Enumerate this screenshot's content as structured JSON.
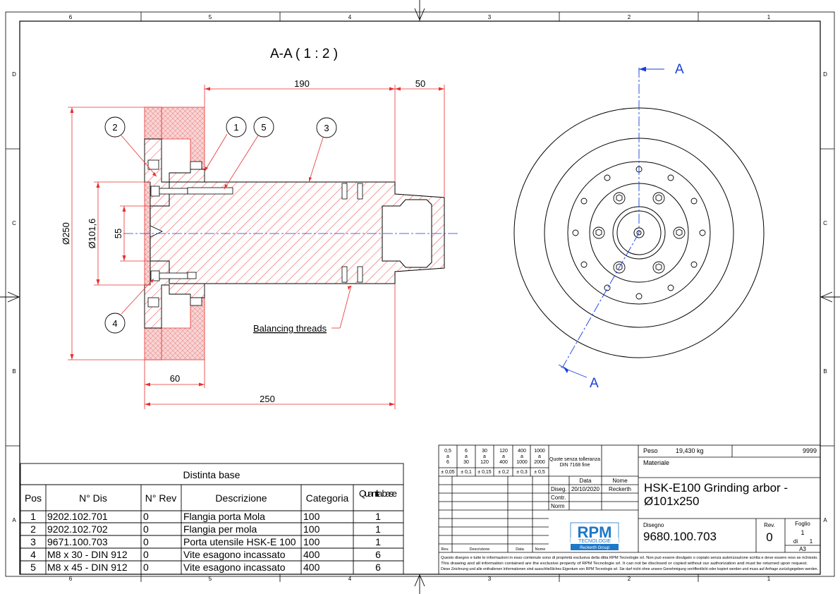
{
  "border": {
    "cols_top": [
      "6",
      "5",
      "4",
      "3",
      "2",
      "1"
    ],
    "cols_bottom": [
      "6",
      "5",
      "4",
      "3",
      "2",
      "1"
    ],
    "rows_left": [
      "D",
      "C",
      "B",
      "A"
    ],
    "rows_right": [
      "D",
      "C",
      "B",
      "A"
    ]
  },
  "section": {
    "title": "A-A ( 1 : 2 )",
    "dims": {
      "d190": "190",
      "d50": "50",
      "d60": "60",
      "d250": "250",
      "dia250": "Ø250",
      "dia101": "Ø101,6",
      "d55": "55"
    },
    "balloons": [
      "1",
      "2",
      "3",
      "4",
      "5"
    ],
    "note": "Balancing threads"
  },
  "view": {
    "cut_label_top": "A",
    "cut_label_bottom": "A"
  },
  "bom": {
    "title": "Distinta base",
    "headers": [
      "Pos",
      "N° Dis",
      "N° Rev",
      "Descrizione",
      "Categoria",
      "Quantita base"
    ],
    "rows": [
      [
        "1",
        "9202.102.701",
        "0",
        "Flangia porta Mola",
        "100",
        "1"
      ],
      [
        "2",
        "9202.102.702",
        "0",
        "Flangia per mola",
        "100",
        "1"
      ],
      [
        "3",
        "9671.100.703",
        "0",
        "Porta utensile HSK-E 100",
        "100",
        "1"
      ],
      [
        "4",
        "M8 x 30 - DIN 912",
        "0",
        "Vite esagono incassato",
        "400",
        "6"
      ],
      [
        "5",
        "M8 x 45 - DIN 912",
        "0",
        "Vite esagono incassato",
        "400",
        "6"
      ]
    ]
  },
  "tolerance": {
    "ranges": [
      [
        "0,5",
        "a",
        "6"
      ],
      [
        "6",
        "a",
        "30"
      ],
      [
        "30",
        "a",
        "120"
      ],
      [
        "120",
        "a",
        "400"
      ],
      [
        "400",
        "a",
        "1000"
      ],
      [
        "1000",
        "a",
        "2000"
      ]
    ],
    "values": [
      "± 0,05",
      "± 0,1",
      "± 0,15",
      "± 0,2",
      "± 0,3",
      "± 0,5"
    ],
    "note_line1": "Quote senza tolleranza",
    "note_line2": "DIN 7168 fine"
  },
  "title_block": {
    "peso_label": "Peso",
    "peso_value": "19,430 kg",
    "code_top": "9999",
    "materiale_label": "Materiale",
    "data_label": "Data",
    "nome_label": "Nome",
    "diseg_label": "Diseg.",
    "diseg_date": "20/10/2020",
    "diseg_name": "Reckerth",
    "contr_label": "Contr.",
    "norm_label": "Norm",
    "title_line1": "HSK-E100 Grinding arbor -",
    "title_line2": "Ø101x250",
    "disegno_label": "Disegno",
    "disegno_value": "9680.100.703",
    "rev_label": "Rev.",
    "rev_value": "0",
    "foglio_label": "Foglio",
    "foglio_value": "1",
    "di_label": "di",
    "di_value": "1",
    "format": "A3",
    "rev_cols": [
      "Rev.",
      "Descrizione",
      "Data",
      "Nome"
    ],
    "logo_main": "RPM",
    "logo_sub": "TECNOLOGIE",
    "logo_group": "Reckerth Group",
    "disclaimer_it": "Questo disegno e tutte le informazioni in esso contenute sono di proprietà esclusiva della ditta RPM Tecnologie srl. Non può essere divulgato o copiato senza autorizzazione scritta e deve essere reso se richiesto.",
    "disclaimer_en": "This drawing and all information contained are the exclusive property of RPM Tecnologie srl. It can not be disclosed or copied without our authorization and must be returned upon request.",
    "disclaimer_de": "Diese Zeichnung und alle enthaltenen Informationen sind ausschließliches Eigentum von RPM Tecnologie srl. Sie darf nicht ohne unsere Genehmigung veröffentlicht oder kopiert werden und muss auf Anfrage zurückgegeben werden."
  },
  "colors": {
    "red": "#e8302f",
    "blue": "#1a3fd8",
    "fill": "#f7d4d4",
    "logo": "#1e78c8"
  }
}
